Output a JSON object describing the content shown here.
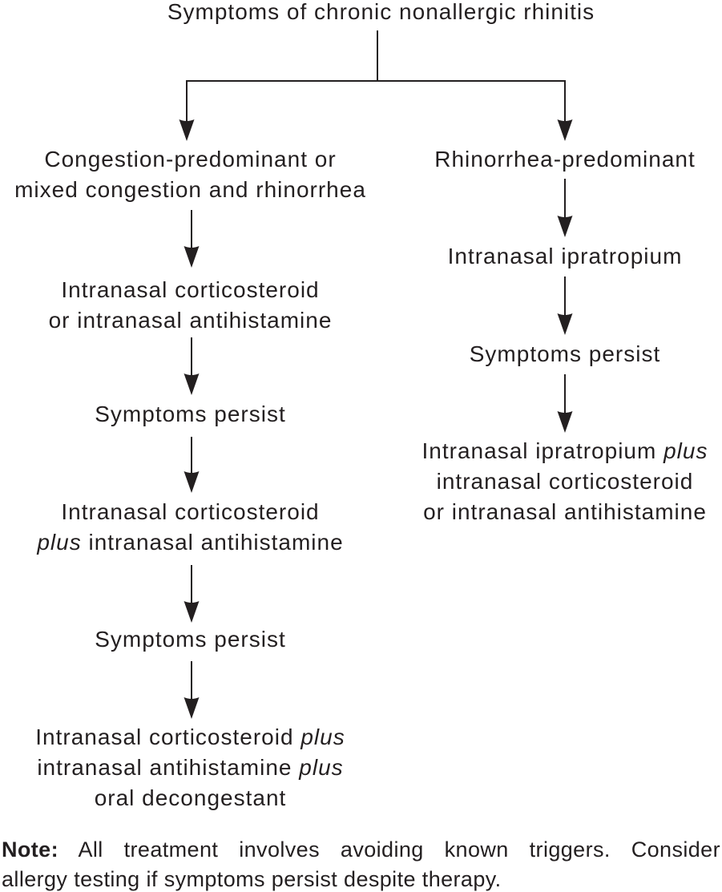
{
  "title": "Symptoms of chronic nonallergic rhinitis",
  "colors": {
    "ink": "#231f20",
    "background": "#ffffff"
  },
  "left_branch": {
    "node1_line1": "Congestion-predominant or",
    "node1_line2": "mixed congestion and rhinorrhea",
    "node2_line1": "Intranasal corticosteroid",
    "node2_line2": "or intranasal antihistamine",
    "node3": "Symptoms persist",
    "node4_line1": "Intranasal corticosteroid",
    "node4_line2_italic": "plus",
    "node4_line2_rest": " intranasal antihistamine",
    "node5": "Symptoms persist",
    "node6_line1_pre": "Intranasal corticosteroid ",
    "node6_line1_italic": "plus",
    "node6_line2_pre": "intranasal antihistamine ",
    "node6_line2_italic": "plus",
    "node6_line3": "oral decongestant"
  },
  "right_branch": {
    "node1": "Rhinorrhea-predominant",
    "node2": "Intranasal ipratropium",
    "node3": "Symptoms persist",
    "node4_line1_pre": "Intranasal ipratropium ",
    "node4_line1_italic": "plus",
    "node4_line2": "intranasal corticosteroid",
    "node4_line3": "or intranasal antihistamine"
  },
  "note": {
    "label": "Note:",
    "line1_rest": " All treatment involves avoiding known triggers. Consider",
    "line2": "allergy testing if symptoms persist despite therapy."
  }
}
